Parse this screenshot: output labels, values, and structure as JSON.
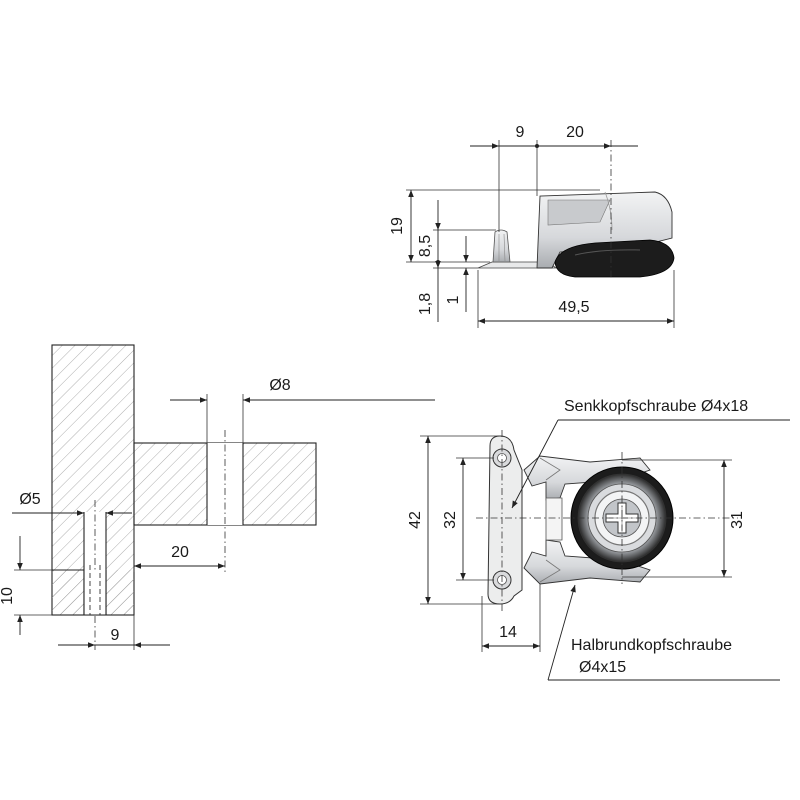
{
  "dimensions": {
    "top_width_9": "9",
    "top_width_20": "20",
    "top_height_19": "19",
    "top_height_8_5": "8,5",
    "top_height_1_8": "1,8",
    "top_height_1": "1",
    "top_length_49_5": "49,5",
    "drill_dia_8": "Ø8",
    "drill_dia_5": "Ø5",
    "drill_dist_20": "20",
    "drill_depth_10": "10",
    "drill_dist_9": "9",
    "front_height_42": "42",
    "front_height_32": "32",
    "front_dia_31": "31",
    "front_width_14": "14"
  },
  "labels": {
    "countersunk_screw": "Senkkopfschraube Ø4x18",
    "pan_head_screw_line1": "Halbrundkopfschraube",
    "pan_head_screw_line2": "Ø4x15"
  },
  "colors": {
    "line": "#222222",
    "part_light": "#e4e6e8",
    "part_mid": "#b9bcc0",
    "part_dark": "#1c1c1c"
  }
}
